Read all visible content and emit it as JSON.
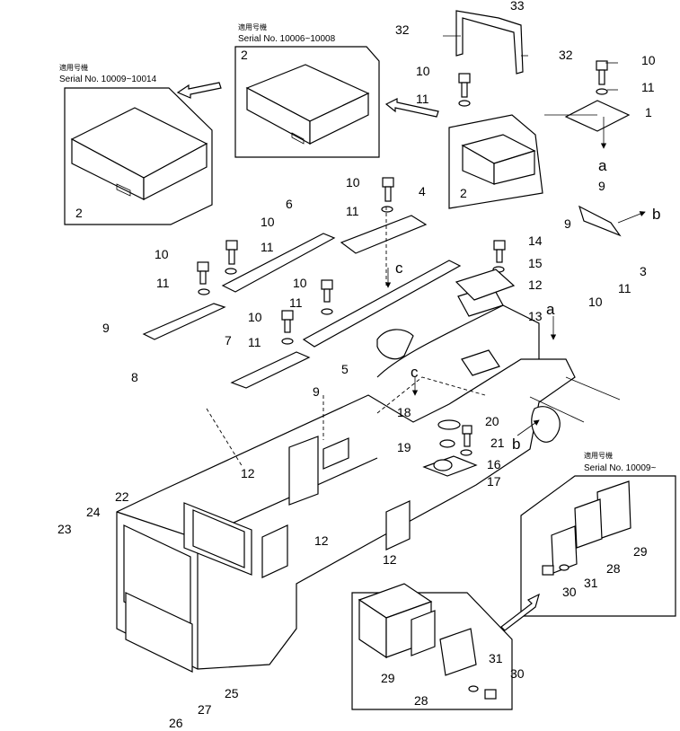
{
  "insets": {
    "top_left": {
      "jp": "適用号機",
      "serial": "Serial No. 10009~10014"
    },
    "top_mid": {
      "jp": "適用号機",
      "serial": "Serial No. 10006~10008"
    },
    "bottom_right": {
      "jp": "適用号機",
      "serial": "Serial No. 10009~"
    }
  },
  "callouts": [
    "1",
    "2",
    "3",
    "4",
    "5",
    "6",
    "7",
    "8",
    "9",
    "10",
    "11",
    "12",
    "13",
    "14",
    "15",
    "16",
    "17",
    "18",
    "19",
    "20",
    "21",
    "22",
    "23",
    "24",
    "25",
    "26",
    "27",
    "28",
    "29",
    "30",
    "31",
    "32",
    "33"
  ],
  "letters": {
    "a": "a",
    "b": "b",
    "c": "c"
  }
}
